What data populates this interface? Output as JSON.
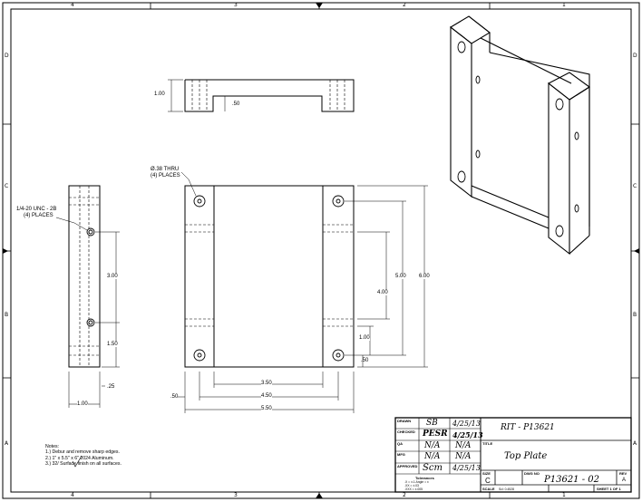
{
  "border": {
    "zones_top": [
      "4",
      "3",
      "2",
      "1"
    ],
    "zones_bottom": [
      "4",
      "3",
      "2",
      "1"
    ],
    "zones_left": [
      "D",
      "C",
      "B",
      "A"
    ],
    "zones_right": [
      "D",
      "C",
      "B",
      "A"
    ]
  },
  "views": {
    "top_view": {
      "height_dim": "1.00",
      "slot_dim": ".50"
    },
    "front_view": {
      "hole_callout_line1": "Ø.38 THRU",
      "hole_callout_line2": "(4) PLACES",
      "dim_inner_width": "3.50",
      "dim_hole_spacing": "4.50",
      "dim_overall_width": "5.50",
      "dim_edge_offset": ".50",
      "dim_overall_height": "6.00",
      "dim_hole_height": "5.00",
      "dim_inner_height": "4.00",
      "dim_pocket": "1.00",
      "dim_bottom_offset": ".50"
    },
    "side_view": {
      "tap_callout_line1": "1/4-20 UNC - 2B",
      "tap_callout_line2": "(4) PLACES",
      "dim_tap_spacing": "3.00",
      "dim_tap_bottom": "1.50",
      "dim_bottom": ".25",
      "dim_width": "1.00"
    }
  },
  "notes": {
    "heading": "Notes:",
    "items": [
      "1.) Debur and remove sharp edges.",
      "2.) 1\" x 5.5\" x 6\" 2024 Aluminum.",
      "3.) 32/ Surface finish on all surfaces."
    ]
  },
  "title_block": {
    "labels": {
      "drawn": "DRAWN",
      "checked": "CHECKED",
      "qa": "QA",
      "mfg": "MFG",
      "approved": "APPROVED",
      "title": "TITLE",
      "size": "SIZE",
      "dwg_no": "DWG NO",
      "rev": "REV",
      "scale": "SCALE",
      "sheet": "SHEET 1 OF 1"
    },
    "drawn_by": "SB",
    "drawn_date": "4/25/13",
    "checked_by": "PESR",
    "checked_date": "4/25/13",
    "qa_by": "N/A",
    "qa_date": "N/A",
    "mfg_by": "N/A",
    "mfg_date": "N/A",
    "approved_by": "Scm",
    "approved_date": "4/25/13",
    "company": "RIT - P13621",
    "part_title": "Top Plate",
    "size": "C",
    "dwg_number": "P13621 - 02",
    "rev": "A",
    "tolerances_heading": "Tolerances",
    "tolerances_line1": ".X = ±.1     Angle = ±",
    "tolerances_line2": ".XX = ±.03",
    "tolerances_line3": ".XXX = ±.005",
    "scale_value": "Scl: 0.4528"
  },
  "colors": {
    "ink": "#000000",
    "paper": "#ffffff"
  }
}
